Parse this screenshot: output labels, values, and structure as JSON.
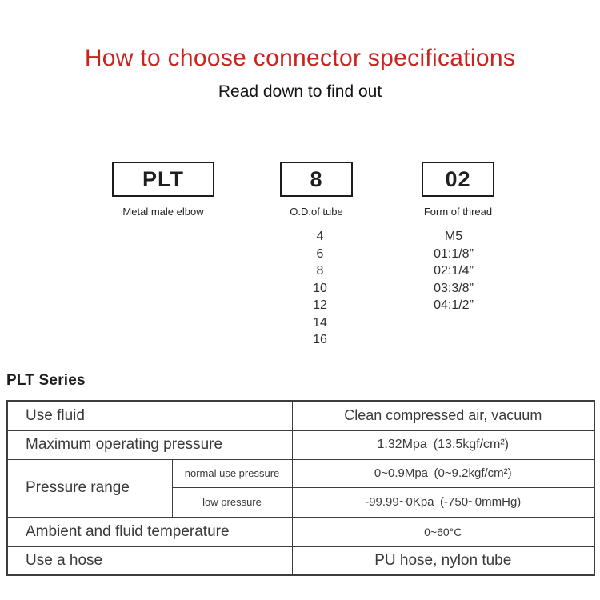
{
  "header": {
    "title": "How to choose connector specifications",
    "subtitle": "Read down to find out"
  },
  "selector": {
    "model": {
      "code": "PLT",
      "label": "Metal male elbow"
    },
    "tube": {
      "code": "8",
      "label": "O.D.of tube",
      "options": [
        "4",
        "6",
        "8",
        "10",
        "12",
        "14",
        "16"
      ]
    },
    "thread": {
      "code": "02",
      "label": "Form of thread",
      "options": [
        "M5",
        "01:1/8”",
        "02:1/4”",
        "03:3/8”",
        "04:1/2”"
      ]
    }
  },
  "series_title": "PLT Series",
  "spec_table": {
    "use_fluid": {
      "label": "Use fluid",
      "value": "Clean compressed air, vacuum"
    },
    "max_pressure": {
      "label": "Maximum operating pressure",
      "value": "1.32Mpa (13.5kgf/cm²)"
    },
    "pressure_range": {
      "label": "Pressure range",
      "normal": {
        "label": "normal use pressure",
        "value": "0~0.9Mpa (0~9.2kgf/cm²)"
      },
      "low": {
        "label": "low pressure",
        "value": "-99.99~0Kpa (-750~0mmHg)"
      }
    },
    "temperature": {
      "label": "Ambient and fluid temperature",
      "value": "0~60°C"
    },
    "hose": {
      "label": "Use a hose",
      "value": "PU hose, nylon tube"
    }
  },
  "colors": {
    "accent_red": "#c9241e",
    "row_beige": "#f3e9d7",
    "table_border": "#3d3d3d"
  }
}
